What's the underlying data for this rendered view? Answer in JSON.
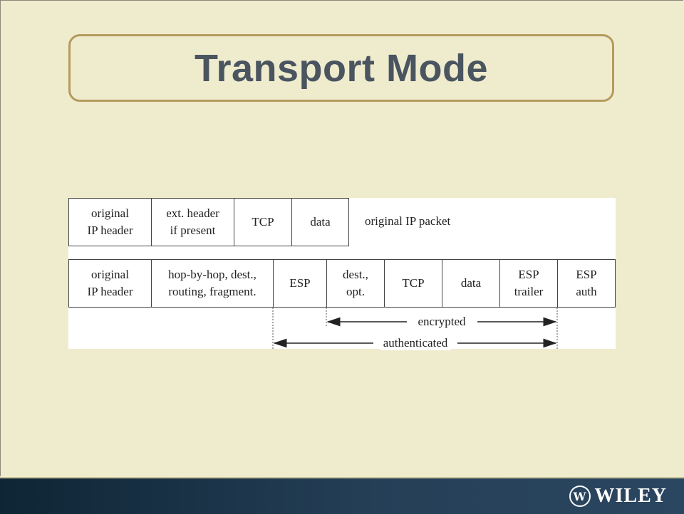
{
  "title": "Transport Mode",
  "diagram": {
    "row1": {
      "cells": [
        "original\nIP header",
        "ext. header\nif present",
        "TCP",
        "data"
      ],
      "label": "original IP packet"
    },
    "row2": {
      "cells": [
        "original\nIP header",
        "hop-by-hop, dest.,\nrouting, fragment.",
        "ESP",
        "dest.,\nopt.",
        "TCP",
        "data",
        "ESP\ntrailer",
        "ESP\nauth"
      ]
    },
    "encrypted_label": "encrypted",
    "authenticated_label": "authenticated"
  },
  "footer": {
    "logo_text": "WILEY",
    "logo_mark": "W"
  }
}
